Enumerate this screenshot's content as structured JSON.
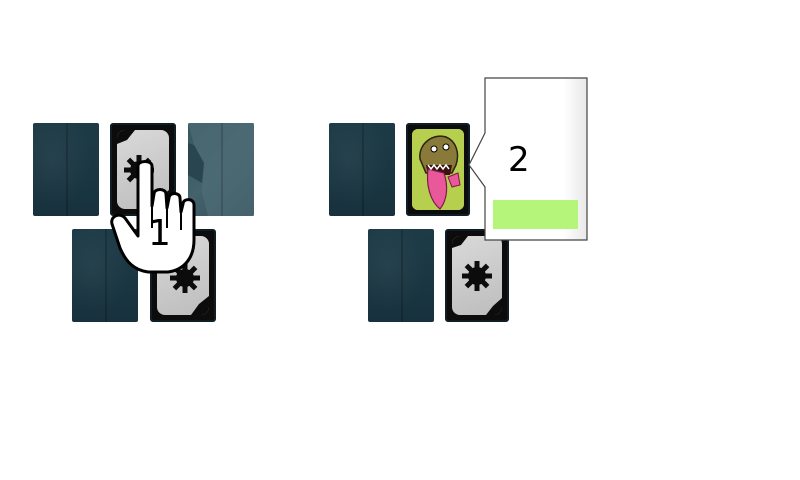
{
  "tutorial": {
    "step1": {
      "number": "1",
      "icon": "pointing-hand-icon"
    },
    "step2": {
      "number": "2",
      "progress_fraction": 1.0,
      "progress_color": "#b4f57a"
    }
  },
  "cards": {
    "left_group": [
      "face-down",
      "gear-face-up",
      "face-down-flipping",
      "face-down",
      "gear-face-up"
    ],
    "right_group": [
      "face-down",
      "monster-face-up",
      "face-down",
      "gear-face-up"
    ]
  },
  "colors": {
    "card_back": "#1d3b47",
    "card_face_frame": "#0c0c0c",
    "card_face_gray": "#cccccc",
    "monster_bg": "#b7cf4f",
    "monster_tongue": "#e8589a"
  }
}
